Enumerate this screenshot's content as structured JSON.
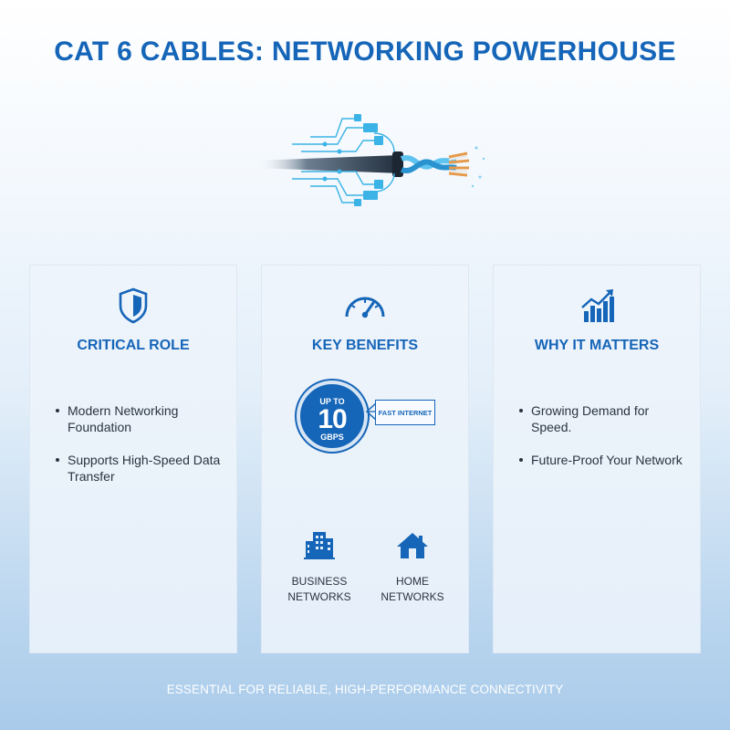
{
  "title": "CAT 6 CABLES: NETWORKING POWERHOUSE",
  "hero": {
    "icon": "cable-connector-icon"
  },
  "cards": [
    {
      "icon": "shield-icon",
      "title": "CRITICAL ROLE",
      "bullets": [
        "Modern Networking Foundation",
        "Supports High-Speed Data Transfer"
      ]
    },
    {
      "icon": "speedometer-icon",
      "title": "KEY BENEFITS",
      "badge": {
        "top": "UP TO",
        "value": "10",
        "unit": "GBPS"
      },
      "callout": "FAST INTERNET",
      "networks": [
        {
          "icon": "building-icon",
          "label_line1": "BUSINESS",
          "label_line2": "NETWORKS"
        },
        {
          "icon": "house-icon",
          "label_line1": "HOME",
          "label_line2": "NETWORKS"
        }
      ]
    },
    {
      "icon": "bar-chart-growth-icon",
      "title": "WHY IT MATTERS",
      "bullets": [
        "Growing Demand for Speed.",
        "Future-Proof Your Network"
      ]
    }
  ],
  "footer": "ESSENTIAL FOR RELIABLE, HIGH-PERFORMANCE CONNECTIVITY",
  "colors": {
    "accent": "#1565b8",
    "text": "#2a3440",
    "cyan": "#2ea9e0"
  }
}
